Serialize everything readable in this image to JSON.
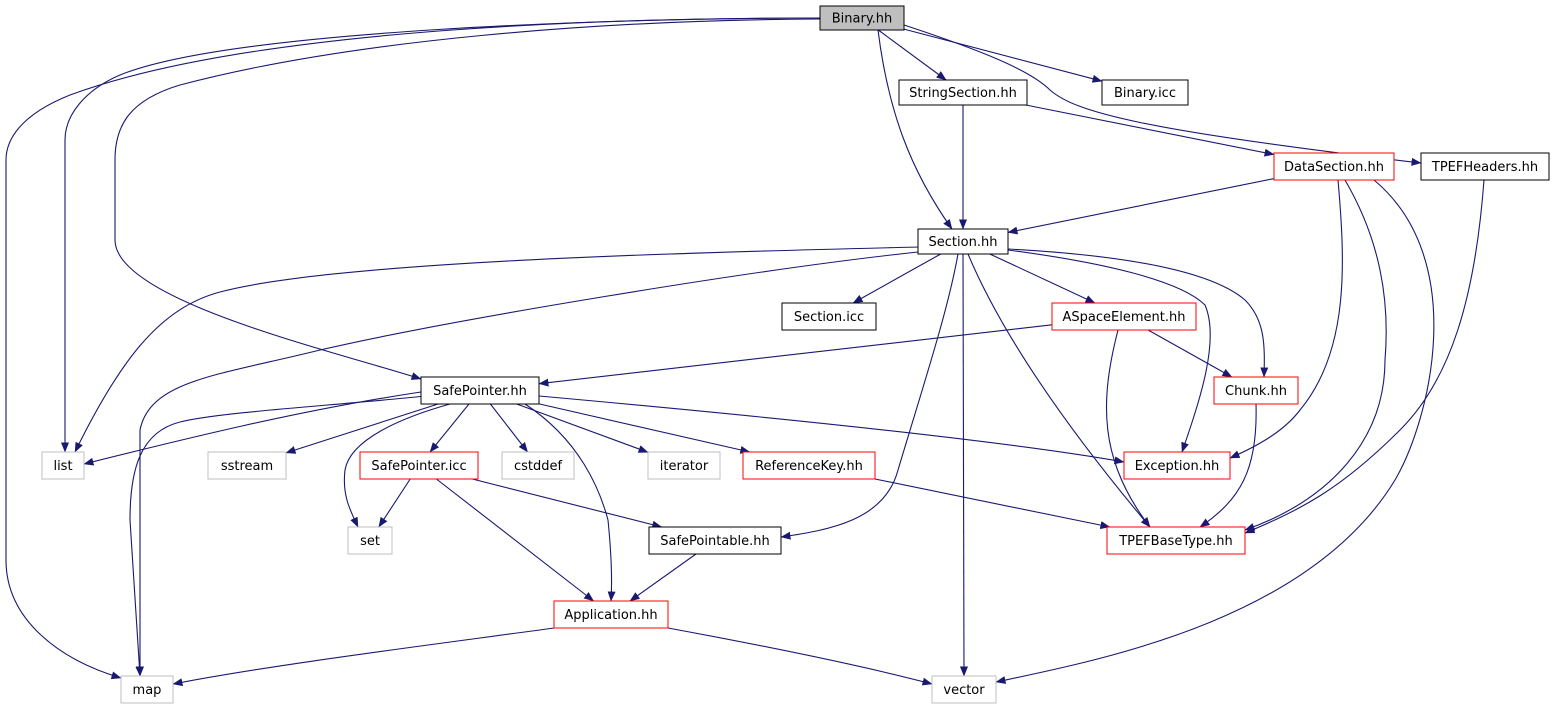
{
  "colors": {
    "edge": "#191970",
    "root_fill": "#bfbfbf",
    "root_border": "#000000",
    "normal_border": "#000000",
    "incomplete_border": "#ff0000",
    "system_border": "#bfbfbf",
    "node_fill": "#ffffff",
    "text": "#000000"
  },
  "nodes": [
    {
      "id": "binary_hh",
      "label": "Binary.hh",
      "kind": "root"
    },
    {
      "id": "stringsection_hh",
      "label": "StringSection.hh",
      "kind": "normal"
    },
    {
      "id": "binary_icc",
      "label": "Binary.icc",
      "kind": "normal"
    },
    {
      "id": "datasection_hh",
      "label": "DataSection.hh",
      "kind": "incomplete"
    },
    {
      "id": "tpefheaders_hh",
      "label": "TPEFHeaders.hh",
      "kind": "normal"
    },
    {
      "id": "section_hh",
      "label": "Section.hh",
      "kind": "normal"
    },
    {
      "id": "section_icc",
      "label": "Section.icc",
      "kind": "normal"
    },
    {
      "id": "aspaceelement_hh",
      "label": "ASpaceElement.hh",
      "kind": "incomplete"
    },
    {
      "id": "safepointer_hh",
      "label": "SafePointer.hh",
      "kind": "normal"
    },
    {
      "id": "chunk_hh",
      "label": "Chunk.hh",
      "kind": "incomplete"
    },
    {
      "id": "list",
      "label": "list",
      "kind": "system"
    },
    {
      "id": "sstream",
      "label": "sstream",
      "kind": "system"
    },
    {
      "id": "safepointer_icc",
      "label": "SafePointer.icc",
      "kind": "incomplete"
    },
    {
      "id": "cstddef",
      "label": "cstddef",
      "kind": "system"
    },
    {
      "id": "iterator",
      "label": "iterator",
      "kind": "system"
    },
    {
      "id": "referencekey_hh",
      "label": "ReferenceKey.hh",
      "kind": "incomplete"
    },
    {
      "id": "exception_hh",
      "label": "Exception.hh",
      "kind": "incomplete"
    },
    {
      "id": "set",
      "label": "set",
      "kind": "system"
    },
    {
      "id": "safepointable_hh",
      "label": "SafePointable.hh",
      "kind": "normal"
    },
    {
      "id": "tpefbasetype_hh",
      "label": "TPEFBaseType.hh",
      "kind": "incomplete"
    },
    {
      "id": "application_hh",
      "label": "Application.hh",
      "kind": "incomplete"
    },
    {
      "id": "map",
      "label": "map",
      "kind": "system"
    },
    {
      "id": "vector",
      "label": "vector",
      "kind": "system"
    }
  ],
  "edges": [
    {
      "from": "binary_hh",
      "to": "map"
    },
    {
      "from": "binary_hh",
      "to": "list"
    },
    {
      "from": "binary_hh",
      "to": "safepointer_hh"
    },
    {
      "from": "binary_hh",
      "to": "section_hh"
    },
    {
      "from": "binary_hh",
      "to": "stringsection_hh"
    },
    {
      "from": "binary_hh",
      "to": "binary_icc"
    },
    {
      "from": "binary_hh",
      "to": "tpefheaders_hh"
    },
    {
      "from": "stringsection_hh",
      "to": "section_hh"
    },
    {
      "from": "stringsection_hh",
      "to": "datasection_hh"
    },
    {
      "from": "datasection_hh",
      "to": "section_hh"
    },
    {
      "from": "datasection_hh",
      "to": "exception_hh"
    },
    {
      "from": "datasection_hh",
      "to": "tpefbasetype_hh"
    },
    {
      "from": "datasection_hh",
      "to": "vector"
    },
    {
      "from": "tpefheaders_hh",
      "to": "tpefbasetype_hh"
    },
    {
      "from": "section_hh",
      "to": "list"
    },
    {
      "from": "section_hh",
      "to": "map"
    },
    {
      "from": "section_hh",
      "to": "section_icc"
    },
    {
      "from": "section_hh",
      "to": "aspaceelement_hh"
    },
    {
      "from": "section_hh",
      "to": "safepointable_hh"
    },
    {
      "from": "section_hh",
      "to": "vector"
    },
    {
      "from": "section_hh",
      "to": "tpefbasetype_hh"
    },
    {
      "from": "section_hh",
      "to": "exception_hh"
    },
    {
      "from": "section_hh",
      "to": "chunk_hh"
    },
    {
      "from": "aspaceelement_hh",
      "to": "safepointer_hh"
    },
    {
      "from": "aspaceelement_hh",
      "to": "tpefbasetype_hh"
    },
    {
      "from": "aspaceelement_hh",
      "to": "chunk_hh"
    },
    {
      "from": "chunk_hh",
      "to": "tpefbasetype_hh"
    },
    {
      "from": "safepointer_hh",
      "to": "list"
    },
    {
      "from": "safepointer_hh",
      "to": "map"
    },
    {
      "from": "safepointer_hh",
      "to": "sstream"
    },
    {
      "from": "safepointer_hh",
      "to": "set"
    },
    {
      "from": "safepointer_hh",
      "to": "safepointer_icc"
    },
    {
      "from": "safepointer_hh",
      "to": "cstddef"
    },
    {
      "from": "safepointer_hh",
      "to": "iterator"
    },
    {
      "from": "safepointer_hh",
      "to": "referencekey_hh"
    },
    {
      "from": "safepointer_hh",
      "to": "exception_hh"
    },
    {
      "from": "safepointer_hh",
      "to": "application_hh"
    },
    {
      "from": "safepointer_icc",
      "to": "set"
    },
    {
      "from": "safepointer_icc",
      "to": "safepointable_hh"
    },
    {
      "from": "safepointer_icc",
      "to": "application_hh"
    },
    {
      "from": "referencekey_hh",
      "to": "tpefbasetype_hh"
    },
    {
      "from": "safepointable_hh",
      "to": "application_hh"
    },
    {
      "from": "application_hh",
      "to": "map"
    },
    {
      "from": "application_hh",
      "to": "vector"
    }
  ]
}
